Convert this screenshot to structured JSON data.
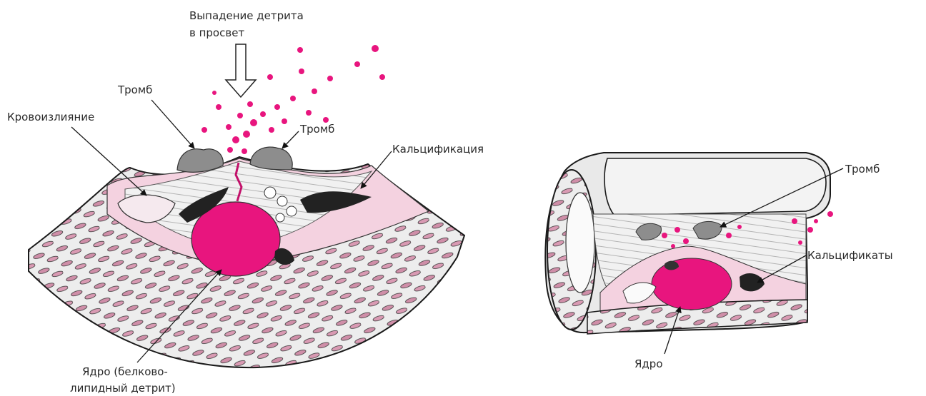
{
  "left_figure": {
    "labels": {
      "detritus_line1": "Выпадение детрита",
      "detritus_line2": "в просвет",
      "thrombus_a": "Тромб",
      "thrombus_b": "Тромб",
      "hemorrhage": "Кровоизлияние",
      "calcification": "Кальцификация",
      "core_line1": "Ядро (белково-",
      "core_line2": "липидный детрит)"
    }
  },
  "right_figure": {
    "labels": {
      "thrombus": "Тромб",
      "calcifications": "Кальцификаты",
      "core": "Ядро"
    }
  },
  "colors": {
    "magenta": "#e8157e",
    "pink_layer": "#f2c6d8",
    "wall_grey": "#e7e7e7",
    "ink": "#1a1a1a"
  }
}
